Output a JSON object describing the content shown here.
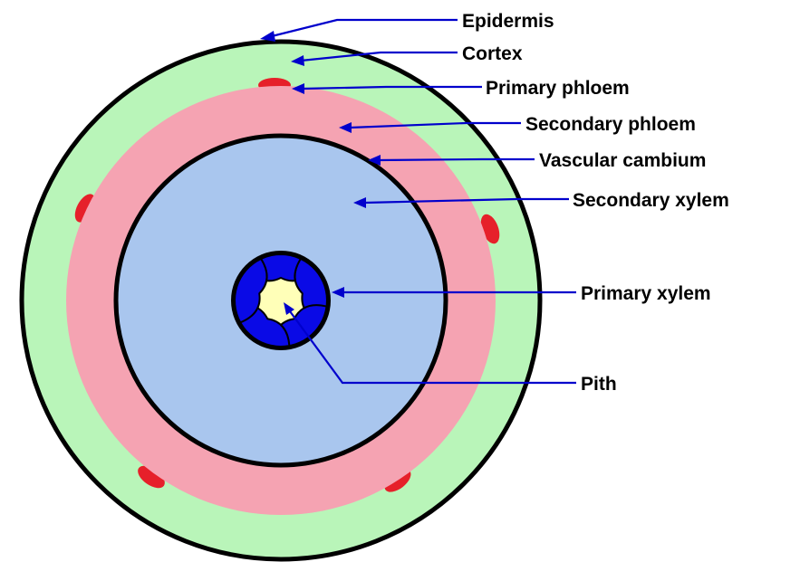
{
  "diagram": {
    "labels": {
      "epidermis": "Epidermis",
      "cortex": "Cortex",
      "primary_phloem": "Primary phloem",
      "secondary_phloem": "Secondary phloem",
      "vascular_cambium": "Vascular cambium",
      "secondary_xylem": "Secondary xylem",
      "primary_xylem": "Primary xylem",
      "pith": "Pith"
    },
    "colors": {
      "epidermis_outline": "#000000",
      "cortex": "#b9f5b9",
      "secondary_phloem": "#f5a3b2",
      "secondary_xylem": "#a9c6ee",
      "primary_phloem": "#e6202a",
      "primary_xylem": "#0a0ae6",
      "pith": "#ffffb8",
      "arrow": "#0000cc"
    }
  }
}
